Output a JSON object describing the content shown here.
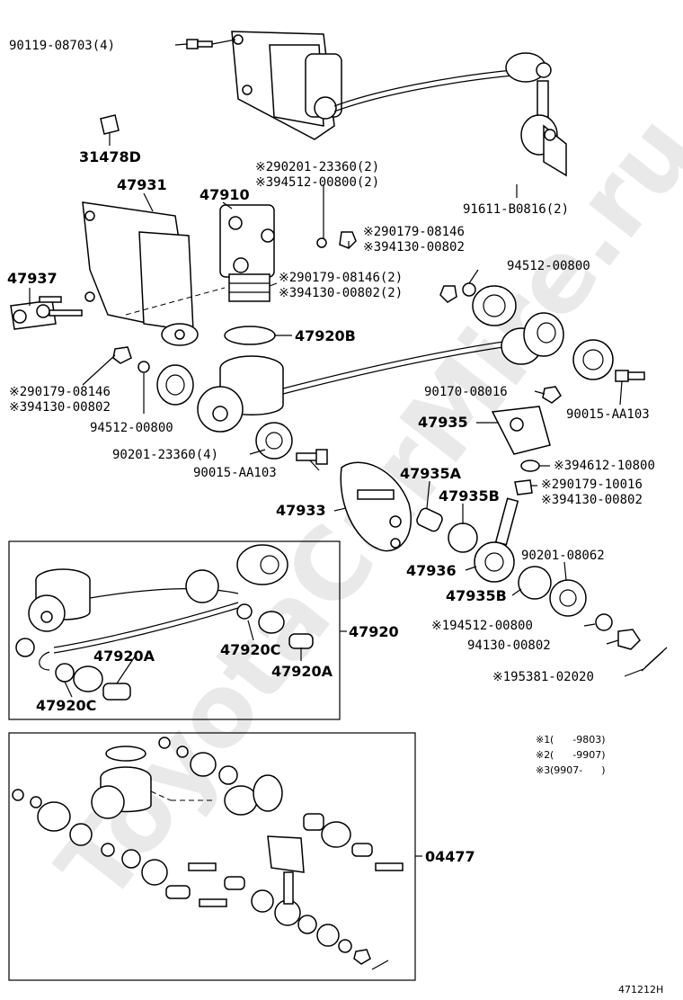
{
  "watermark": "ToyotaCarMire.ru",
  "diagram_id": "471212H",
  "legend": [
    {
      "mark": "※1",
      "text": "(      -9803)"
    },
    {
      "mark": "※2",
      "text": "(      -9907)"
    },
    {
      "mark": "※3",
      "text": "(9907-      )"
    }
  ],
  "labels": {
    "p90119": "90119-08703(4)",
    "p31478D": "31478D",
    "p47931": "47931",
    "p47910": "47910",
    "p90201a": "※290201-23360(2)",
    "p94512a": "※394512-00800(2)",
    "p91611": "91611-B0816(2)",
    "p90179a": "※290179-08146",
    "p94130a": "※394130-00802",
    "p94512b": "94512-00800",
    "p47937": "47937",
    "p90179b": "※290179-08146(2)",
    "p94130b": "※394130-00802(2)",
    "p47920B": "47920B",
    "p90179c": "※290179-08146",
    "p94130c": "※394130-00802",
    "p94512c": "94512-00800",
    "p90170": "90170-08016",
    "p90015a": "90015-AA103",
    "p47935": "47935",
    "p90201b": "90201-23360(4)",
    "p90015b": "90015-AA103",
    "p94612": "※394612-10800",
    "p47935A": "47935A",
    "p90179d": "※290179-10016",
    "p94130d": "※394130-00802",
    "p47933": "47933",
    "p47935B1": "47935B",
    "p90201c": "90201-08062",
    "p47936": "47936",
    "p47935B2": "47935B",
    "p94512d": "※194512-00800",
    "p94130e": "94130-00802",
    "p95381": "※195381-02020",
    "p47920": "47920",
    "p47920A1": "47920A",
    "p47920C1": "47920C",
    "p47920A2": "47920A",
    "p47920C2": "47920C",
    "p04477": "04477"
  }
}
